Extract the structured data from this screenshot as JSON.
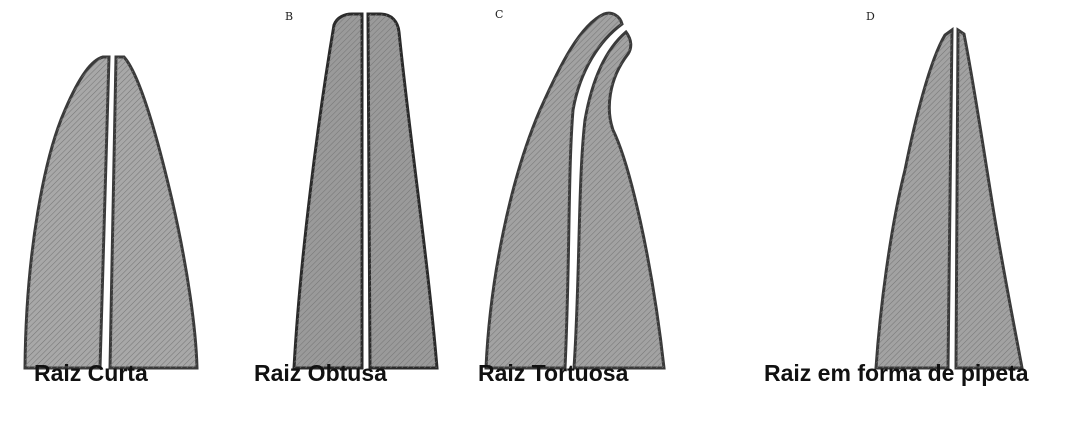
{
  "panels": [
    {
      "id": "A",
      "letter": "",
      "caption": "Raiz Curta",
      "fill": "#a8a8a8"
    },
    {
      "id": "B",
      "letter": "B",
      "caption": "Raiz Obtusa",
      "fill": "#9a9a9a"
    },
    {
      "id": "C",
      "letter": "C",
      "caption": "Raiz Tortuosa",
      "fill": "#a2a2a2"
    },
    {
      "id": "D",
      "letter": "D",
      "caption": "Raiz em forma de pipeta",
      "fill": "#a2a2a2"
    }
  ],
  "colors": {
    "outline": "#3a3a3a",
    "hatch": "#777777",
    "canal": "#ffffff"
  }
}
